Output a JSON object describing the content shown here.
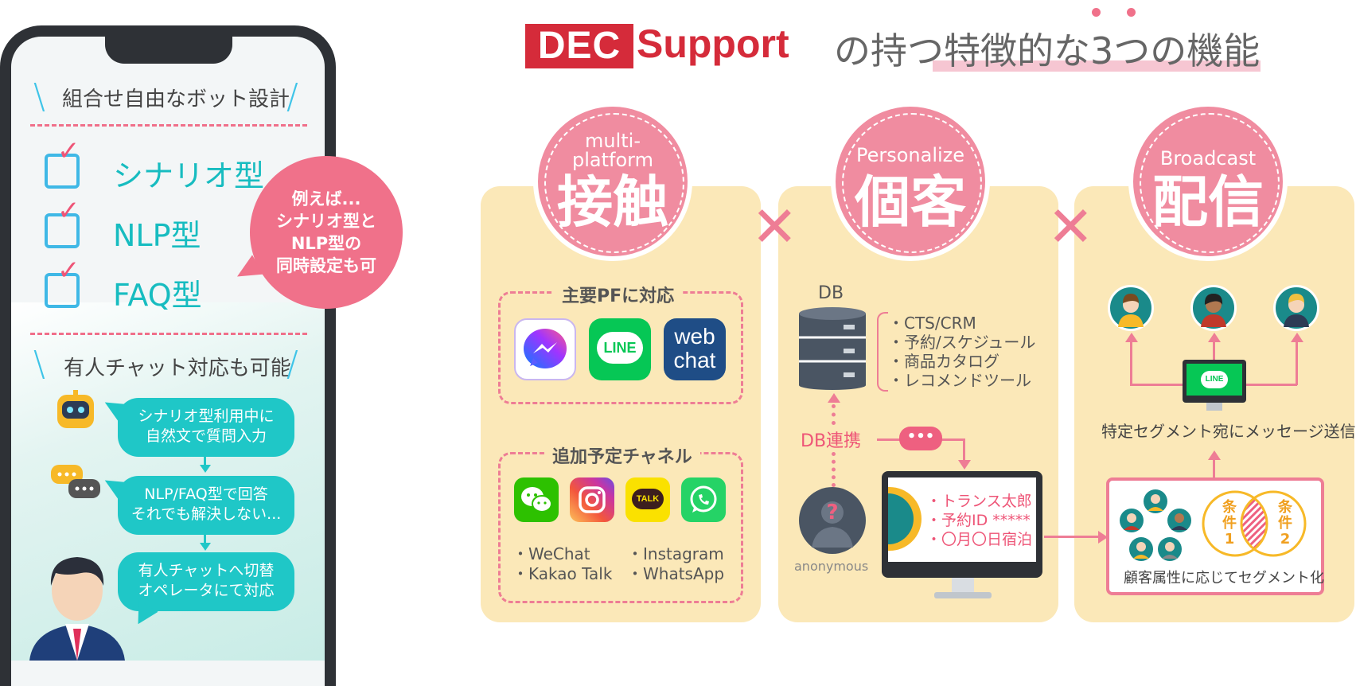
{
  "phone": {
    "heading_1": "組合せ自由なボット設計",
    "options": [
      "シナリオ型",
      "NLP型",
      "FAQ型"
    ],
    "bubble_lines": [
      "例えば...",
      "シナリオ型と",
      "NLP型の",
      "同時設定も可"
    ],
    "heading_2": "有人チャット対応も可能",
    "chat_1": [
      "シナリオ型利用中に",
      "自然文で質問入力"
    ],
    "chat_2": [
      "NLP/FAQ型で回答",
      "それでも解決しない..."
    ],
    "chat_3": [
      "有人チャットへ切替",
      "オペレータにて対応"
    ]
  },
  "title": {
    "dec": "DEC",
    "support": "Support",
    "rest": "の持つ特徴的な3つの機能"
  },
  "panels": {
    "contact": {
      "en_line1": "multi-",
      "en_line2": "platform",
      "jp": "接触",
      "box1_label": "主要PFに対応",
      "webchat_lines": [
        "web",
        "chat"
      ],
      "line_logo": "LINE",
      "box2_label": "追加予定チャネル",
      "kakao_logo": "TALK",
      "channels": [
        "・WeChat",
        "・Instagram",
        "・Kakao Talk",
        "・WhatsApp"
      ]
    },
    "personalize": {
      "en": "Personalize",
      "jp": "個客",
      "db_label": "DB",
      "db_items": [
        "・CTS/CRM",
        "・予約/スケジュール",
        "・商品カタログ",
        "・レコメンドツール"
      ],
      "db_link": "DB連携",
      "anonymous": "anonymous",
      "screen_items": [
        "・トランス太郎",
        "・予約ID *****",
        "・〇月〇日宿泊"
      ]
    },
    "broadcast": {
      "en": "Broadcast",
      "jp": "配信",
      "line_logo": "LINE",
      "send_label": "特定セグメント宛にメッセージ送信",
      "cond1": [
        "条",
        "件",
        "1"
      ],
      "cond2": [
        "条",
        "件",
        "2"
      ],
      "segment_label": "顧客属性に応じてセグメント化"
    }
  },
  "colors": {
    "brand_red": "#d52b3a",
    "pink": "#f08ca0",
    "teal": "#1fc7c7",
    "panel_bg": "#fbe8b8"
  }
}
